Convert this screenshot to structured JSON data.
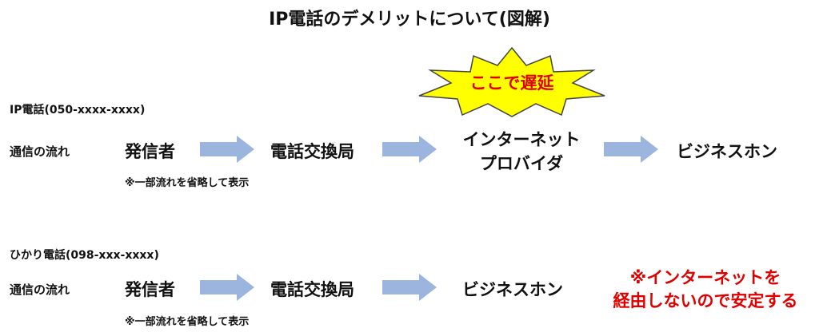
{
  "title": "IP電話のデメリットについて(図解)",
  "colors": {
    "arrow": "#9bb5df",
    "burst": "#ffff00",
    "accent": "#e00000"
  },
  "ip_section": {
    "label": "IP電話(050-xxxx-xxxx)",
    "flow_label": "通信の流れ",
    "nodes": [
      "発信者",
      "電話交換局",
      "インターネット",
      "プロバイダ",
      "ビジネスホン"
    ],
    "note": "※一部流れを省略して表示",
    "delay_callout": "ここで遅延"
  },
  "hikari_section": {
    "label": "ひかり電話(098-xxx-xxxx)",
    "flow_label": "通信の流れ",
    "nodes": [
      "発信者",
      "電話交換局",
      "ビジネスホン"
    ],
    "note": "※一部流れを省略して表示",
    "stable_note_line1": "※インターネットを",
    "stable_note_line2": "経由しないので安定する"
  }
}
